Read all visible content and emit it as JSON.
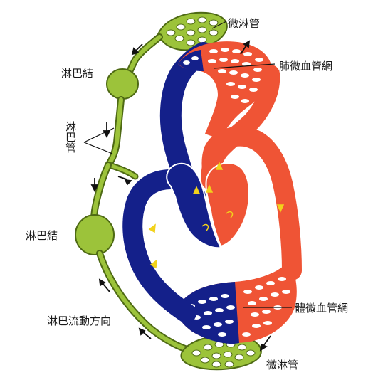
{
  "labels": {
    "top_lymph_capillary": "微淋管",
    "lung_capillary_net": "肺微血管網",
    "upper_lymph_node": "淋巴結",
    "lymph_vessel": "淋巴管",
    "lower_lymph_node": "淋巴結",
    "lymph_flow_direction": "淋巴流動方向",
    "body_capillary_net": "體微血管網",
    "bottom_lymph_capillary": "微淋管"
  },
  "colors": {
    "artery_red": "#ef5435",
    "vein_blue": "#14208a",
    "lymph_green": "#9cc33a",
    "lymph_outline": "#4e6a14",
    "flow_arrow": "#f2d21b",
    "pointer_black": "#111111"
  }
}
